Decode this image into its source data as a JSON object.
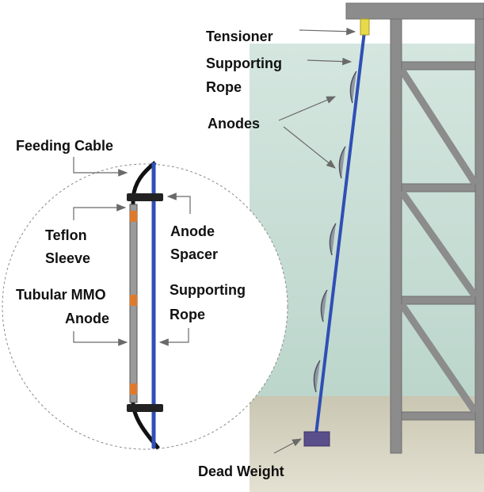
{
  "labels": {
    "tensioner": "Tensioner",
    "supporting_rope_top_1": "Supporting",
    "supporting_rope_top_2": "Rope",
    "anodes": "Anodes",
    "feeding_cable": "Feeding Cable",
    "teflon_1": "Teflon",
    "teflon_2": "Sleeve",
    "anode_spacer_1": "Anode",
    "anode_spacer_2": "Spacer",
    "tubular_1": "Tubular MMO",
    "tubular_2": "Anode",
    "supporting_rope_detail_1": "Supporting",
    "supporting_rope_detail_2": "Rope",
    "dead_weight": "Dead Weight"
  },
  "colors": {
    "water": "#c7ddd6",
    "seabed": "#d6d2c0",
    "structure": "#8a8a8a",
    "rope": "#2f4fb5",
    "tensioner": "#e8d94a",
    "anode": "#8a8f9c",
    "dead_weight": "#5a4f8a",
    "cable": "#111111",
    "teflon": "#e07a2a"
  }
}
